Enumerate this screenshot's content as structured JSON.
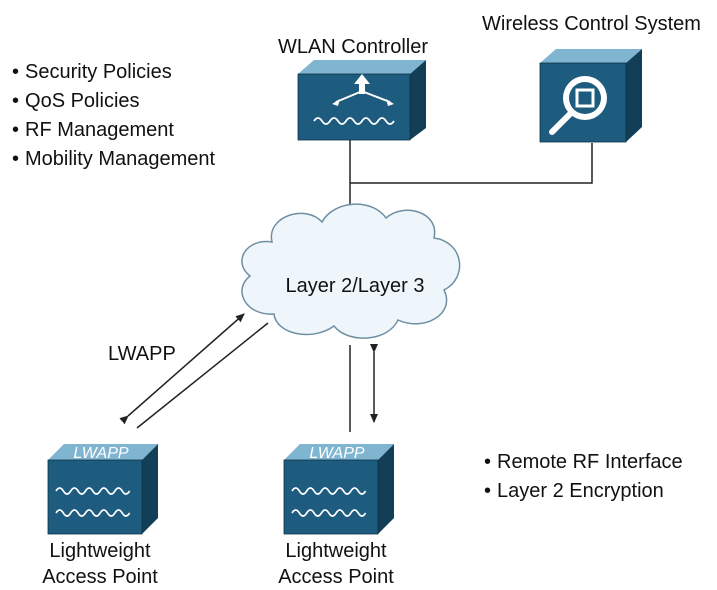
{
  "colors": {
    "box_front": "#1d5c7e",
    "box_top": "#7fb5d0",
    "box_side": "#123e57",
    "cloud_fill": "#eef6fb",
    "cloud_stroke": "#6f8fa3",
    "line": "#222222"
  },
  "wlan_controller": {
    "label": "WLAN Controller",
    "icon": "router-arrows-icon"
  },
  "wcs": {
    "label": "Wireless Control System",
    "icon": "magnifier-icon"
  },
  "cloud": {
    "label": "Layer 2/Layer 3"
  },
  "controller_features": [
    "Security Policies",
    "QoS Policies",
    "RF Management",
    "Mobility Management"
  ],
  "protocol_label": "LWAPP",
  "access_points": [
    {
      "badge": "LWAPP",
      "label_line1": "Lightweight",
      "label_line2": "Access Point"
    },
    {
      "badge": "LWAPP",
      "label_line1": "Lightweight",
      "label_line2": "Access Point"
    }
  ],
  "ap_features": [
    "Remote RF Interface",
    "Layer 2 Encryption"
  ]
}
